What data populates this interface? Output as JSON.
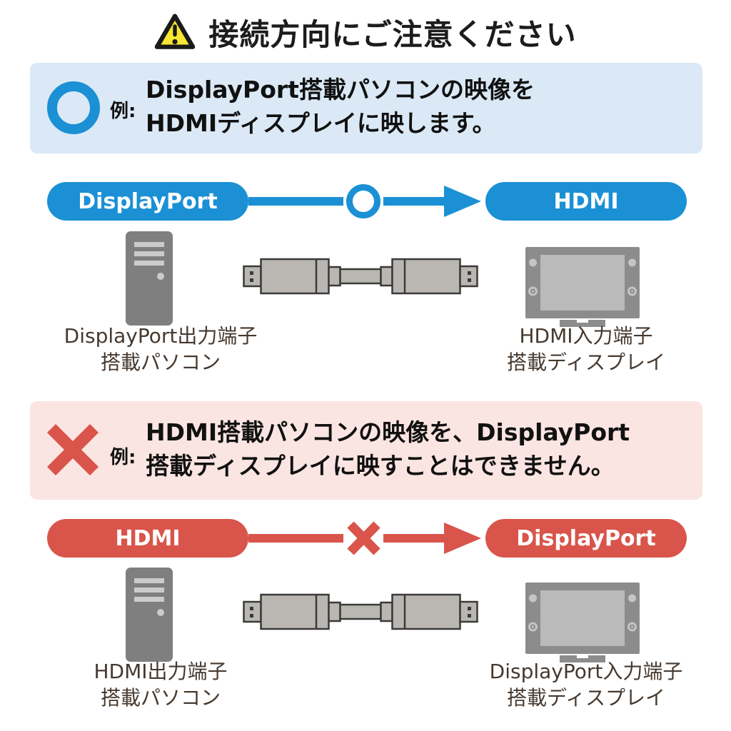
{
  "title": {
    "text": "接続方向にご注意ください"
  },
  "colors": {
    "ok_accent": "#1b90d5",
    "ok_background": "#dbe9f6",
    "ng_accent": "#d9544a",
    "ng_background": "#fbe5e2",
    "warning_yellow": "#f7e632"
  },
  "ok_section": {
    "example_label": "例:",
    "caption_line1": "DisplayPort搭載パソコンの映像を",
    "caption_line2": "HDMIディスプレイに映します。",
    "flow": {
      "source_label": "DisplayPort",
      "target_label": "HDMI"
    },
    "source_device": {
      "label_line1": "DisplayPort出力端子",
      "label_line2": "搭載パソコン"
    },
    "target_device": {
      "label_line1": "HDMI入力端子",
      "label_line2": "搭載ディスプレイ"
    }
  },
  "ng_section": {
    "example_label": "例:",
    "caption_line1": "HDMI搭載パソコンの映像を、DisplayPort",
    "caption_line2": "搭載ディスプレイに映すことはできません。",
    "flow": {
      "source_label": "HDMI",
      "target_label": "DisplayPort"
    },
    "source_device": {
      "label_line1": "HDMI出力端子",
      "label_line2": "搭載パソコン"
    },
    "target_device": {
      "label_line1": "DisplayPort入力端子",
      "label_line2": "搭載ディスプレイ"
    }
  }
}
